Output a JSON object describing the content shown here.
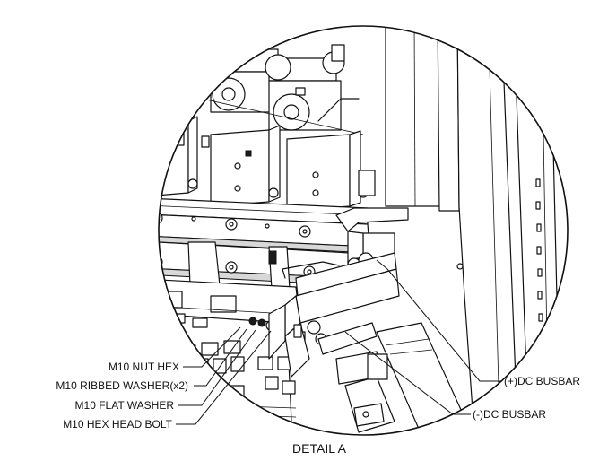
{
  "title": "DETAIL A",
  "labels": {
    "nut": "M10 NUT HEX",
    "ribbed_washer": "M10 RIBBED WASHER(x2)",
    "flat_washer": "M10 FLAT WASHER",
    "bolt": "M10 HEX HEAD BOLT",
    "pos_busbar": "(+)DC BUSBAR",
    "neg_busbar": "(-)DC BUSBAR"
  }
}
